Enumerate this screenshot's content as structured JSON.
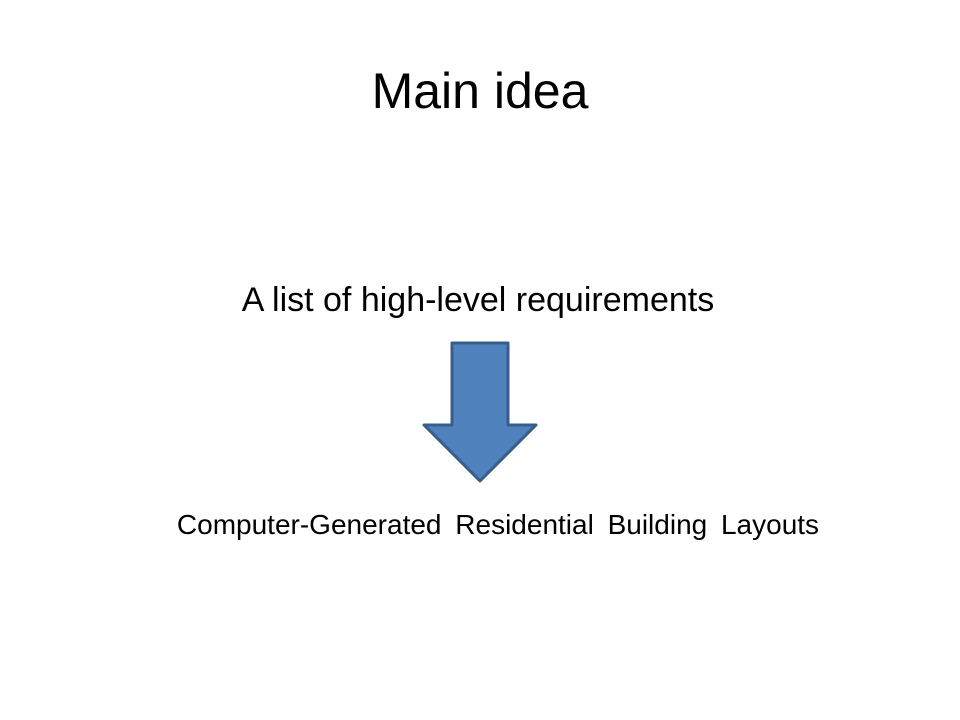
{
  "slide": {
    "title": "Main idea",
    "source_text": "A list of high-level requirements",
    "result_text": "Computer-Generated Residential Building Layouts"
  },
  "arrow": {
    "icon": "down-arrow-icon",
    "fill_color": "#4F81BD",
    "stroke_color": "#385D8A"
  }
}
